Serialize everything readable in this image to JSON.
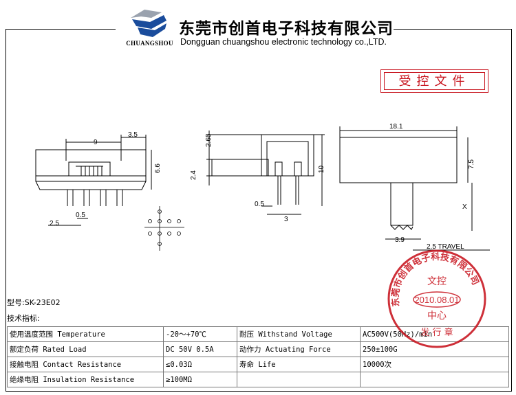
{
  "header": {
    "logo_text": "CHUANGSHOU",
    "company_cn": "东莞市创首电子科技有限公司",
    "company_en": "Dongguan chuangshou electronic technology co.,LTD."
  },
  "stamp_box": {
    "label": "受控文件"
  },
  "drawing": {
    "dims": {
      "d_3_5": "3.5",
      "d_9": "9",
      "d_6_6": "6.6",
      "d_0_5_a": "0.5",
      "d_2_5_a": "2.5",
      "d_2_65": "2.65",
      "d_2_4": "2.4",
      "d_10": "10",
      "d_0_5_b": "0.5",
      "d_3": "3",
      "d_18_1": "18.1",
      "d_7_5": "7.5",
      "d_x": "X",
      "d_3_9": "3.9",
      "d_2_5_travel": "2.5  TRAVEL"
    }
  },
  "model": "型号:SK-23E02",
  "spec_title": "技术指标:",
  "specs": {
    "rows": [
      [
        "使用温度范围 Temperature",
        "-20～+70℃",
        "耐压 Withstand Voltage",
        "AC500V(50Hz)/min"
      ],
      [
        "额定负荷 Rated Load",
        "DC 50V 0.5A",
        "动作力 Actuating Force",
        "250±100G"
      ],
      [
        "接触电阻 Contact Resistance",
        "≤0.03Ω",
        "寿命 Life",
        "10000次"
      ],
      [
        "绝缘电阻 Insulation Resistance",
        "≥100MΩ",
        "",
        ""
      ]
    ]
  },
  "circle_stamp": {
    "ring_text": "东莞市创首电子科技有限公司",
    "line1": "文控",
    "date": "2010.08.01",
    "line3": "中心",
    "bottom_text": "发 行 章"
  },
  "colors": {
    "stamp_red": "#c8141e",
    "logo_blue": "#1a4c9c",
    "logo_gray": "#9aa2ae"
  }
}
